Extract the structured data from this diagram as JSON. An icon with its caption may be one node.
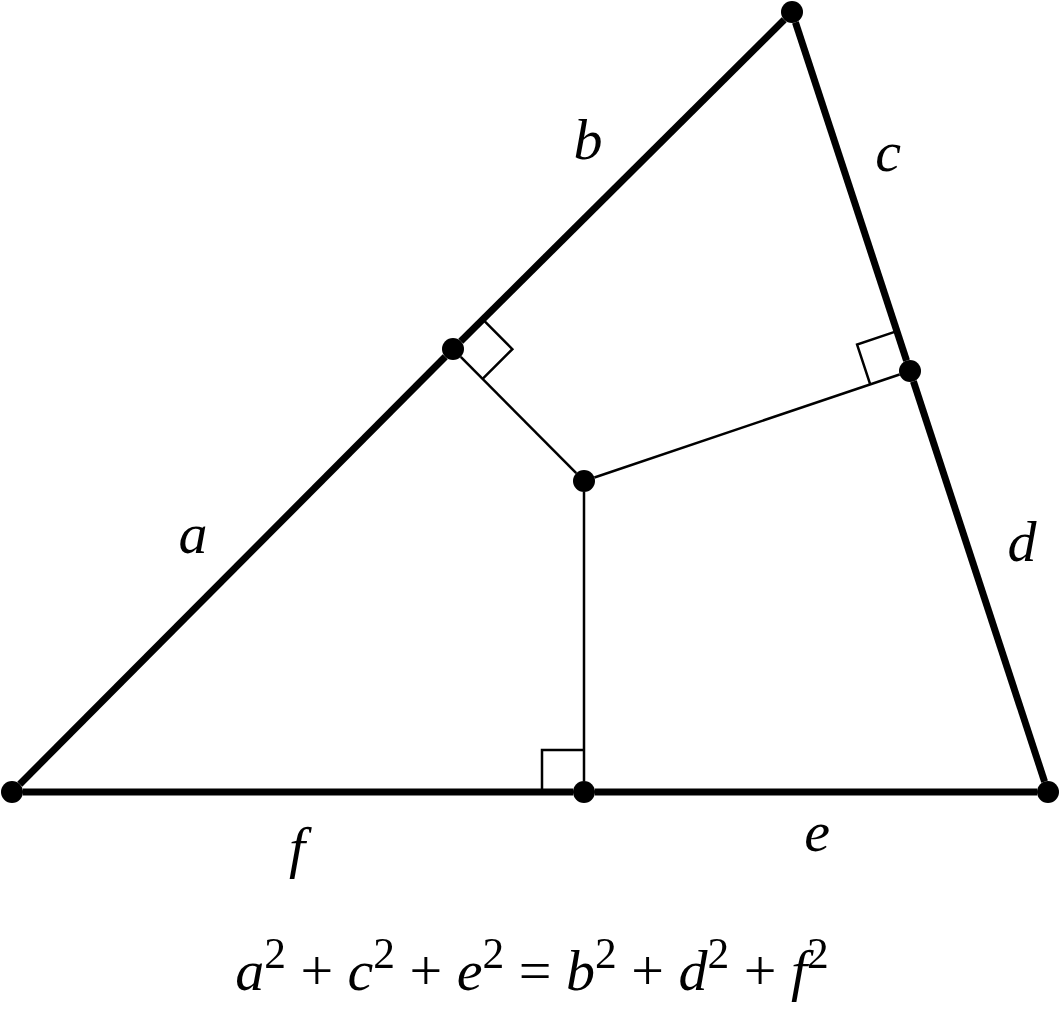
{
  "diagram": {
    "caption": "*a*$^{2}$ + *c*$^{2}$ + *e*$^{2}$ = *b*$^{2}$ + *d*$^{2}$ + *f*$^{2}$",
    "nodes": [
      {
        "text": [],
        "shape": "circle"
      },
      {
        "text": [],
        "shape": "circle"
      },
      {
        "text": [],
        "shape": "circle"
      },
      {
        "text": [],
        "shape": "circle"
      },
      {
        "text": [],
        "shape": "circle"
      },
      {
        "text": [],
        "shape": "circle"
      },
      {
        "text": [],
        "shape": "circle"
      }
    ],
    "edges": [
      {
        "from": 1,
        "to": 0,
        "arrow": "none",
        "label": "b"
      },
      {
        "from": 0,
        "to": 2,
        "arrow": "none",
        "label": "c"
      },
      {
        "from": 3,
        "to": 1,
        "arrow": "none",
        "label": "a"
      },
      {
        "from": 2,
        "to": 5,
        "arrow": "none",
        "label": "d"
      },
      {
        "from": 4,
        "to": 1,
        "arrow": "none"
      },
      {
        "from": 4,
        "to": 2,
        "arrow": "none"
      },
      {
        "from": 4,
        "to": 6,
        "arrow": "none"
      },
      {
        "from": 3,
        "to": 6,
        "arrow": "none",
        "label": "f"
      },
      {
        "from": 6,
        "to": 5,
        "arrow": "none",
        "label": "e"
      }
    ]
  }
}
